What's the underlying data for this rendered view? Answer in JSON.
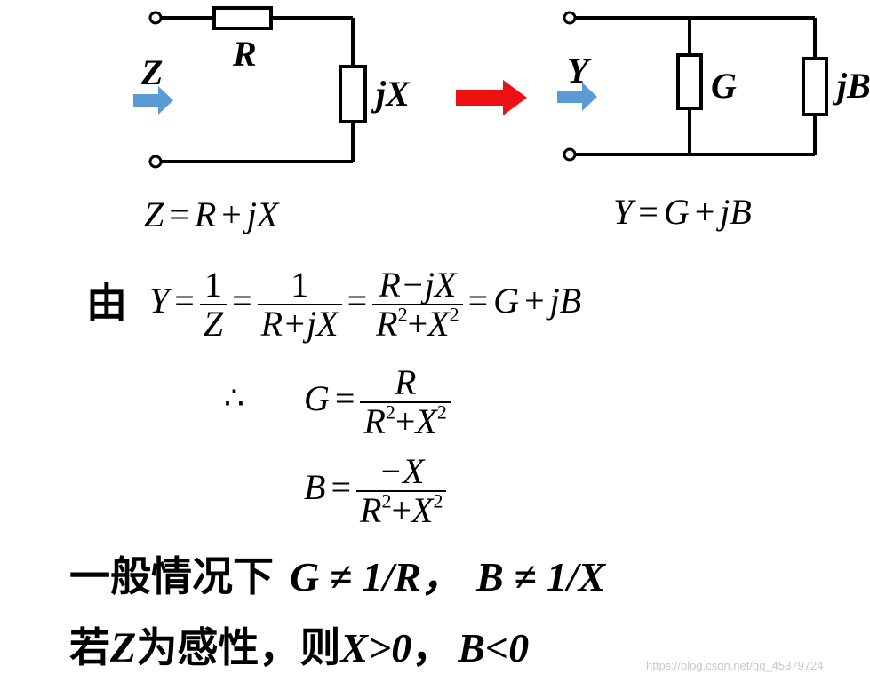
{
  "circuit_left": {
    "label_z": "Z",
    "label_r": "R",
    "label_jx": "jX",
    "formula": {
      "lhs": "Z",
      "eq": "=",
      "r": "R",
      "plus": "+",
      "j": "j",
      "x": "X"
    }
  },
  "circuit_right": {
    "label_y": "Y",
    "label_g": "G",
    "label_jb": "jB",
    "formula": {
      "lhs": "Y",
      "eq": "=",
      "g": "G",
      "plus": "+",
      "j": "j",
      "b": "B"
    }
  },
  "colors": {
    "arrow_blue": "#5b9bd5",
    "arrow_red": "#ee1111",
    "wire": "#000000"
  },
  "derivation": {
    "prefix": "由",
    "y": "Y",
    "eq": "=",
    "one": "1",
    "z": "Z",
    "den1": "R+jX",
    "num2": "R−jX",
    "den2_r": "R",
    "den2_x": "X",
    "sq": "2",
    "plus": "+",
    "rhs_g": "G",
    "rhs_plus": "+",
    "rhs_jb": "jB"
  },
  "therefore": "∴",
  "g_formula": {
    "lhs": "G",
    "eq": "=",
    "num": "R",
    "den_r": "R",
    "den_x": "X",
    "sq": "2",
    "plus": "+"
  },
  "b_formula": {
    "lhs": "B",
    "eq": "=",
    "num": "−X",
    "den_r": "R",
    "den_x": "X",
    "sq": "2",
    "plus": "+"
  },
  "note1": {
    "cn": "一般情况下",
    "g_ne": "G ≠ 1/R",
    "sep": "，",
    "b_ne": "B ≠ 1/X"
  },
  "note2": {
    "cn1": "若",
    "z": "Z",
    "cn2": "为感性",
    "sep1": "，则",
    "xgt": "X>0",
    "sep2": "，",
    "blt": "B<0"
  },
  "watermark": "https://blog.csdn.net/qq_45379724"
}
